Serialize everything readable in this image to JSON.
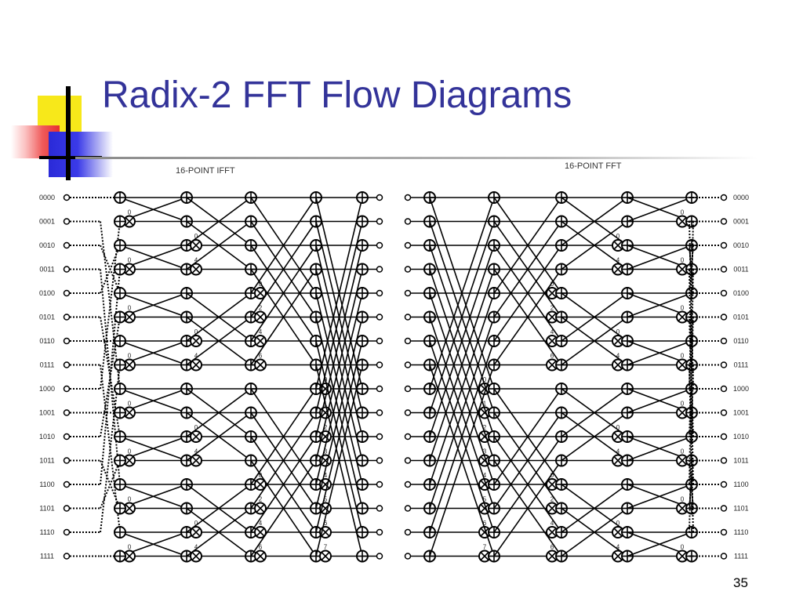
{
  "slide": {
    "title": "Radix-2 FFT Flow Diagrams",
    "number": "35"
  },
  "diagrams": {
    "left_caption": "16-POINT IFFT",
    "right_caption": "16-POINT FFT",
    "left_inputs": [
      "0000",
      "0001",
      "0010",
      "0011",
      "0100",
      "0101",
      "0110",
      "0111",
      "1000",
      "1001",
      "1010",
      "1011",
      "1100",
      "1101",
      "1110",
      "1111"
    ],
    "right_outputs": [
      "0000",
      "0001",
      "0010",
      "0011",
      "0100",
      "0101",
      "0110",
      "0111",
      "1000",
      "1001",
      "1010",
      "1011",
      "1100",
      "1101",
      "1110",
      "1111"
    ],
    "twiddle_stage1": [
      "0",
      "0",
      "0",
      "0",
      "0",
      "0",
      "0",
      "0"
    ],
    "twiddle_stage2": [
      "0",
      "4",
      "0",
      "4",
      "0",
      "4",
      "0",
      "4"
    ],
    "twiddle_stage3": [
      "0",
      "2",
      "4",
      "6",
      "0",
      "2",
      "4",
      "6"
    ],
    "twiddle_stage4": [
      "0",
      "1",
      "2",
      "3",
      "4",
      "5",
      "6",
      "7"
    ]
  },
  "colors": {
    "title": "#333399",
    "logo_yellow": "#f7e81a",
    "logo_red": "#e83030",
    "logo_blue": "#2a2ad8",
    "lines": "#000000"
  },
  "icons": {
    "adder": "circle-plus-icon",
    "multiplier": "circle-times-icon",
    "terminal": "open-circle-icon"
  }
}
